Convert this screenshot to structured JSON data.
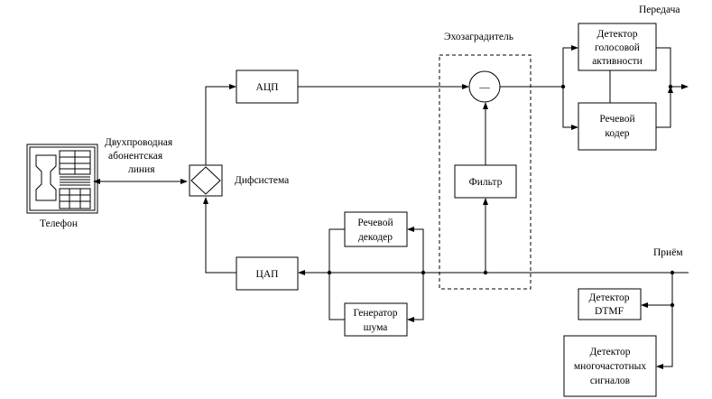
{
  "labels": {
    "transmit": "Передача",
    "receive": "Приём",
    "echo_canceller": "Эхозаградитель",
    "phone": "Телефон",
    "two_wire_line_1": "Двухпроводная",
    "two_wire_line_2": "абонентская",
    "two_wire_line_3": "линия",
    "hybrid": "Дифсистема"
  },
  "blocks": {
    "adc": "АЦП",
    "dac": "ЦАП",
    "filter": "Фильтр",
    "subtractor_sign": "—",
    "vad_1": "Детектор",
    "vad_2": "голосовой",
    "vad_3": "активности",
    "speech_coder_1": "Речевой",
    "speech_coder_2": "кодер",
    "speech_decoder_1": "Речевой",
    "speech_decoder_2": "декодер",
    "noise_gen_1": "Генератор",
    "noise_gen_2": "шума",
    "dtmf_1": "Детектор",
    "dtmf_2": "DTMF",
    "mf_1": "Детектор",
    "mf_2": "многочастотных",
    "mf_3": "сигналов"
  }
}
